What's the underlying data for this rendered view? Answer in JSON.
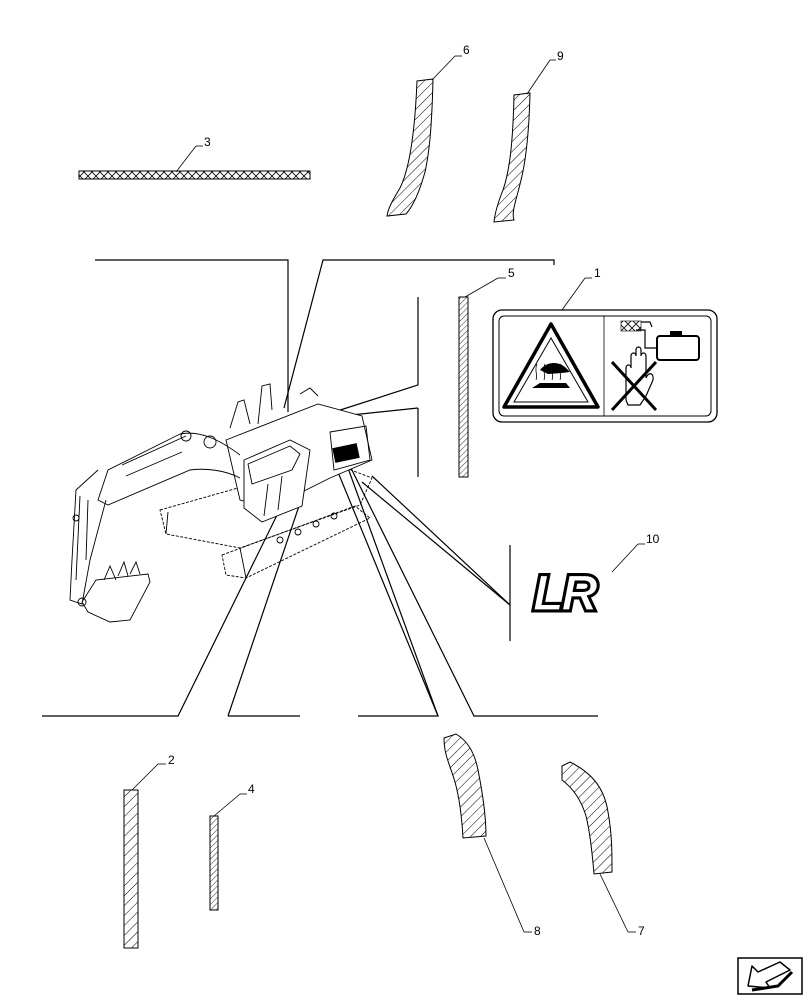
{
  "callouts": {
    "c1": "1",
    "c2": "2",
    "c3": "3",
    "c4": "4",
    "c5": "5",
    "c6": "6",
    "c7": "7",
    "c8": "8",
    "c9": "9",
    "c10": "10"
  },
  "decal_10": {
    "text": "LR"
  },
  "icons": {
    "hot_surface": "hot-surface-warning-icon",
    "no_hand": "do-not-touch-hand-icon",
    "tank": "hot-fluid-tank-icon",
    "nav": "previous-page-arrow-icon"
  }
}
